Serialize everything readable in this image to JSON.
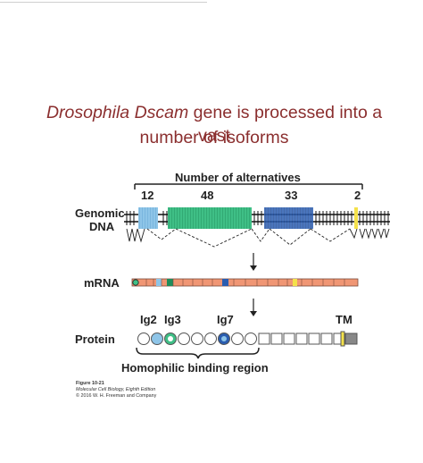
{
  "title": {
    "italic": "Drosophila Dscam",
    "rest1": " gene is processed into a vast",
    "line2": "number of isoforms"
  },
  "header": "Number of alternatives",
  "counts": [
    "12",
    "48",
    "33",
    "2"
  ],
  "labels": {
    "genomic": "Genomic",
    "dna": "DNA",
    "mrna": "mRNA",
    "protein": "Protein"
  },
  "domain_labels": [
    "Ig2",
    "Ig3",
    "Ig7",
    "TM"
  ],
  "bracket_label": "Homophilic binding region",
  "credit": [
    "Figure 10-21",
    "Molecular Cell Biology, Eighth Edition",
    "© 2016 W. H. Freeman and Company"
  ],
  "colors": {
    "title": "#8b2f2f",
    "exon_blue": "#8ec5e8",
    "exon_green": "#3fbf86",
    "exon_navy": "#2a5db0",
    "exon_yellow": "#f4e14a",
    "mrna": "#f09674",
    "protein_outline": "#555555"
  }
}
